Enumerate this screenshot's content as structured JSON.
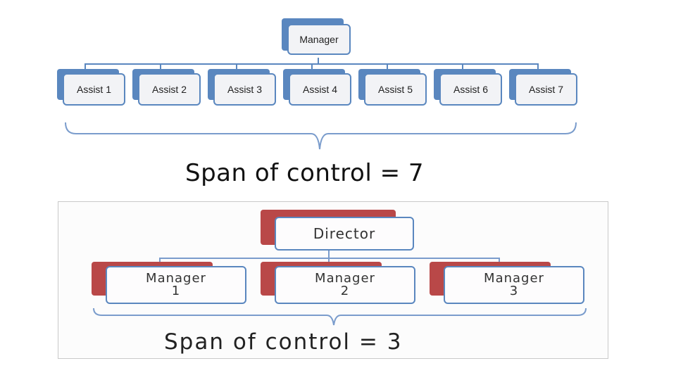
{
  "top_chart": {
    "root": "Manager",
    "children": [
      "Assist 1",
      "Assist 2",
      "Assist 3",
      "Assist 4",
      "Assist 5",
      "Assist 6",
      "Assist 7"
    ],
    "caption": "Span of control = 7"
  },
  "bottom_chart": {
    "root": "Director",
    "children": [
      "Manager\n1",
      "Manager\n2",
      "Manager\n3"
    ],
    "caption": "Span of control = 3"
  },
  "colors": {
    "connector": "#5a87bf",
    "top_shadow": "#5a87bf",
    "bottom_shadow": "#b94848"
  }
}
